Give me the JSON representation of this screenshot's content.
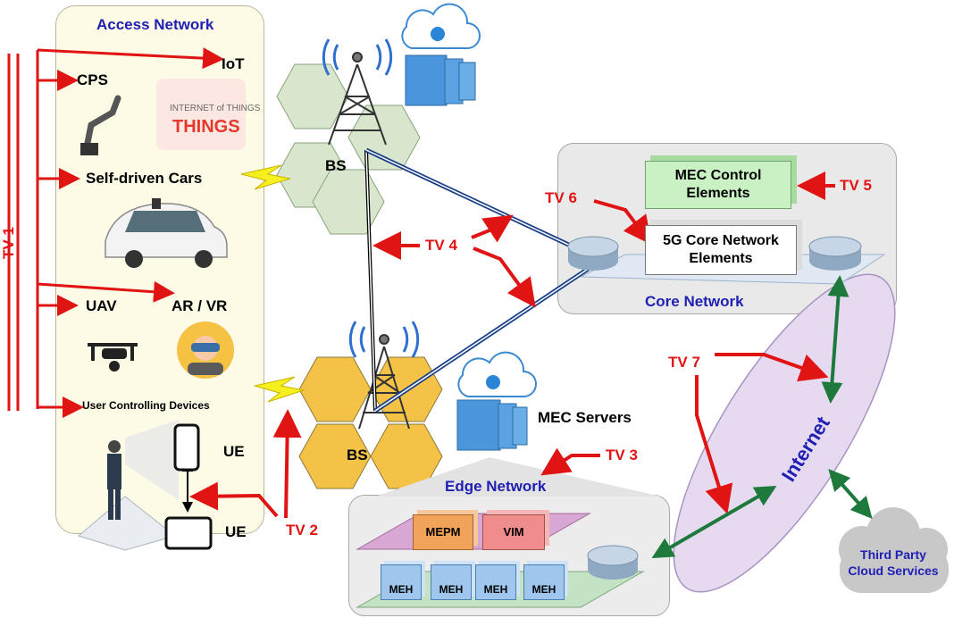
{
  "access_network": {
    "title": "Access Network",
    "cps": "CPS",
    "iot": "IoT",
    "iot_logo_text": "INTERNET of THINGS",
    "self_driven_cars": "Self-driven Cars",
    "uav": "UAV",
    "ar_vr": "AR / VR",
    "user_controlling_devices": "User Controlling Devices",
    "ue_top": "UE",
    "ue_bottom": "UE"
  },
  "threat_vectors": {
    "tv1": "TV 1",
    "tv2": "TV 2",
    "tv3": "TV 3",
    "tv4": "TV 4",
    "tv5": "TV 5",
    "tv6": "TV 6",
    "tv7": "TV 7"
  },
  "radio": {
    "bs_top": "BS",
    "bs_bottom": "BS"
  },
  "core_network": {
    "title": "Core Network",
    "mec_control": "MEC Control Elements",
    "core_elements": "5G Core Network Elements"
  },
  "edge_network": {
    "title": "Edge Network",
    "mec_servers": "MEC Servers",
    "mepm": "MEPM",
    "vim": "VIM",
    "meh_labels": [
      "MEH",
      "MEH",
      "MEH",
      "MEH"
    ]
  },
  "internet": {
    "label": "Internet",
    "third_party": "Third Party Cloud Services"
  },
  "colors": {
    "threat_red": "#e11414",
    "title_blue": "#1f1fb3",
    "link_green": "#1e7a3c",
    "backhaul_blue": "#1b3f86"
  }
}
